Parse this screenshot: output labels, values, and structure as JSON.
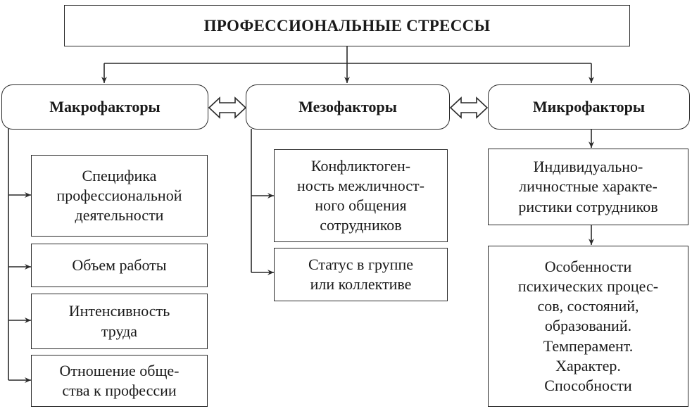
{
  "title": "ПРОФЕССИОНАЛЬНЫЕ СТРЕССЫ",
  "categories": {
    "macro": "Макрофакторы",
    "meso": "Мезофакторы",
    "micro": "Микрофакторы"
  },
  "macro_items": [
    "Специфика\nпрофессиональной\nдеятельности",
    "Объем работы",
    "Интенсивность\nтруда",
    "Отношение обще-\nства к профессии"
  ],
  "meso_items": [
    "Конфликтоген-\nность межличност-\nного общения\nсотрудников",
    "Статус в группе\nили коллективе"
  ],
  "micro_items": [
    "Индивидуально-\nличностные характе-\nристики сотрудников",
    "Особенности\nпсихических процес-\nсов, состояний,\nобразований.\nТемперамент.\nХарактер.\nСпособности"
  ]
}
